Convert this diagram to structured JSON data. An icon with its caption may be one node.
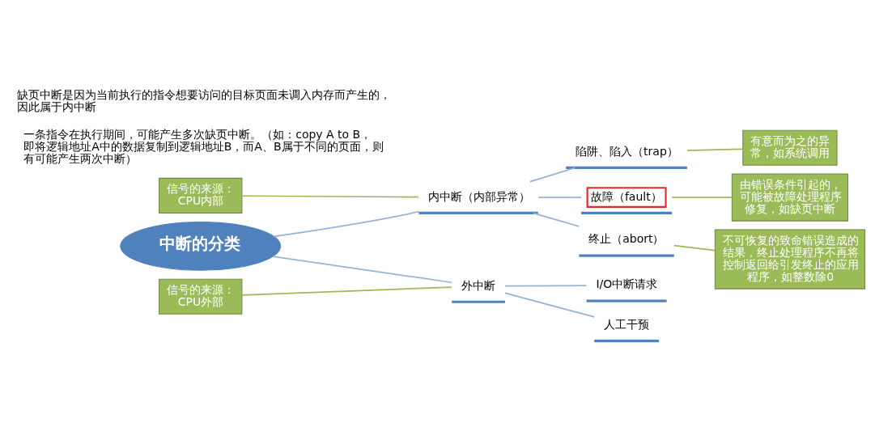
{
  "diagram": {
    "nodes": [
      {
        "text": [
          "中断的分类"
        ]
      },
      {
        "text": [
          "内中断（内部异常）"
        ]
      },
      {
        "text": [
          "外中断"
        ]
      },
      {
        "text": [
          "陷阱、陷入（trap）"
        ]
      },
      {
        "text": [
          "故障（fault）"
        ]
      },
      {
        "text": [
          "终止（abort）"
        ]
      },
      {
        "text": [
          "I/O中断请求"
        ]
      },
      {
        "text": [
          "人工干预"
        ]
      },
      {
        "text": [
          "信号的来源：CPU内部"
        ]
      },
      {
        "text": [
          "信号的来源：CPU外部"
        ]
      },
      {
        "text": [
          "有意而为之的异常，如系统调用"
        ]
      },
      {
        "text": [
          "由错误条件引起的，可能被故障处理程序修复，如缺页中断"
        ]
      },
      {
        "text": [
          "不可恢复的致命错误造成的结果，终止处理程序不再将控制返回给引发终止的应用程序，如整数除0"
        ]
      }
    ],
    "edges": [
      {
        "from": 0,
        "to": 1,
        "arrow": "none"
      },
      {
        "from": 0,
        "to": 2,
        "arrow": "none"
      },
      {
        "from": 1,
        "to": 3,
        "arrow": "none"
      },
      {
        "from": 1,
        "to": 4,
        "arrow": "none"
      },
      {
        "from": 1,
        "to": 5,
        "arrow": "none"
      },
      {
        "from": 2,
        "to": 6,
        "arrow": "none"
      },
      {
        "from": 2,
        "to": 7,
        "arrow": "none"
      },
      {
        "from": 8,
        "to": 1,
        "arrow": "none",
        "color": "#9bbb59"
      },
      {
        "from": 9,
        "to": 2,
        "arrow": "none",
        "color": "#9bbb59"
      },
      {
        "from": 3,
        "to": 10,
        "arrow": "none",
        "color": "#9bbb59"
      },
      {
        "from": 4,
        "to": 11,
        "arrow": "none",
        "color": "#9bbb59"
      },
      {
        "from": 5,
        "to": 12,
        "arrow": "none",
        "color": "#9bbb59"
      }
    ],
    "labels": [
      "缺页中断是因为当前执行的指令想要访问的目标页面未调入内存而产生的，因此属于内中断",
      "一条指令在执行期间，可能产生多次缺页中断。（如：copy A to B，即将逻辑地址A中的数据复制到逻辑地址B，而A、B属于不同的页面，则有可能产生两次中断）"
    ]
  }
}
